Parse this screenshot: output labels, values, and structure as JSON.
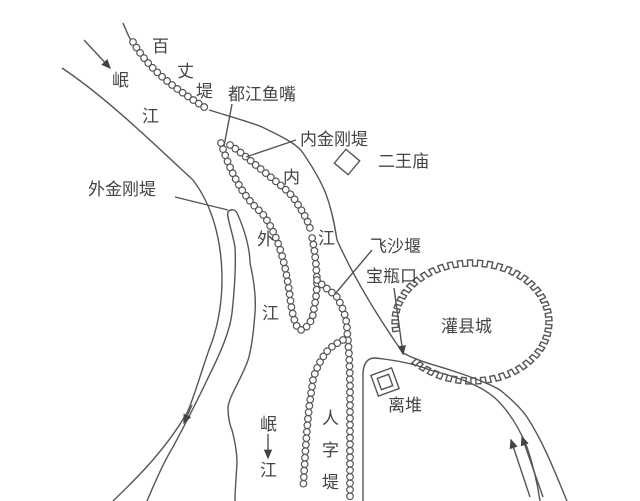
{
  "labels": {
    "baizhangdi": [
      "百",
      "丈",
      "堤"
    ],
    "minjiang_upper": [
      "岷",
      "江"
    ],
    "dujiang_yuzui": "都江鱼嘴",
    "nei_jingangdi": "内金刚堤",
    "erwangmiao": "二王庙",
    "neijiang": [
      "内",
      "江"
    ],
    "wai_jingangdi": "外金刚堤",
    "waijiang": [
      "外",
      "江"
    ],
    "feishayan": "飞沙堰",
    "baopingkou": "宝瓶口",
    "guanxiancheng": "灌县城",
    "lidui": "离堆",
    "minjiang_lower": [
      "岷",
      "江"
    ],
    "renzidi": [
      "人",
      "字",
      "堤"
    ]
  },
  "colors": {
    "line": "#555555",
    "text": "#444444"
  }
}
